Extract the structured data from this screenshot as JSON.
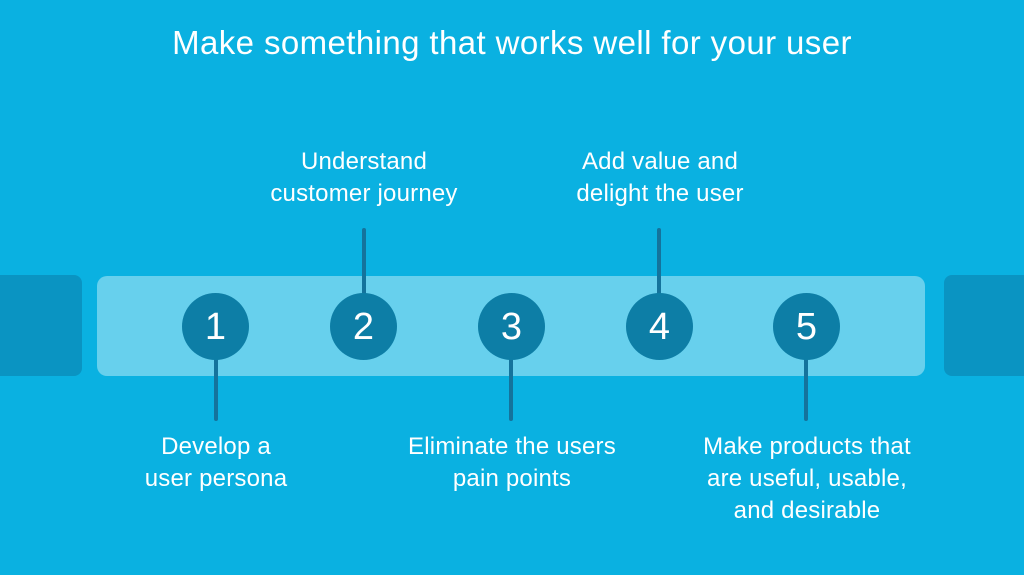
{
  "title": "Make something that works well for your user",
  "steps": [
    {
      "number": "1",
      "label": "Develop a\nuser persona",
      "label_position": "below"
    },
    {
      "number": "2",
      "label": "Understand\ncustomer journey",
      "label_position": "above"
    },
    {
      "number": "3",
      "label": "Eliminate the users\npain points",
      "label_position": "below"
    },
    {
      "number": "4",
      "label": "Add value and\ndelight the user",
      "label_position": "above"
    },
    {
      "number": "5",
      "label": "Make products that\nare useful, usable,\nand desirable",
      "label_position": "below"
    }
  ],
  "colors": {
    "background": "#0ab1e1",
    "band": "#67d0ed",
    "edge-block": "#0a94c2",
    "circle": "#0d7ea6",
    "connector": "#14739c",
    "text": "#ffffff"
  }
}
